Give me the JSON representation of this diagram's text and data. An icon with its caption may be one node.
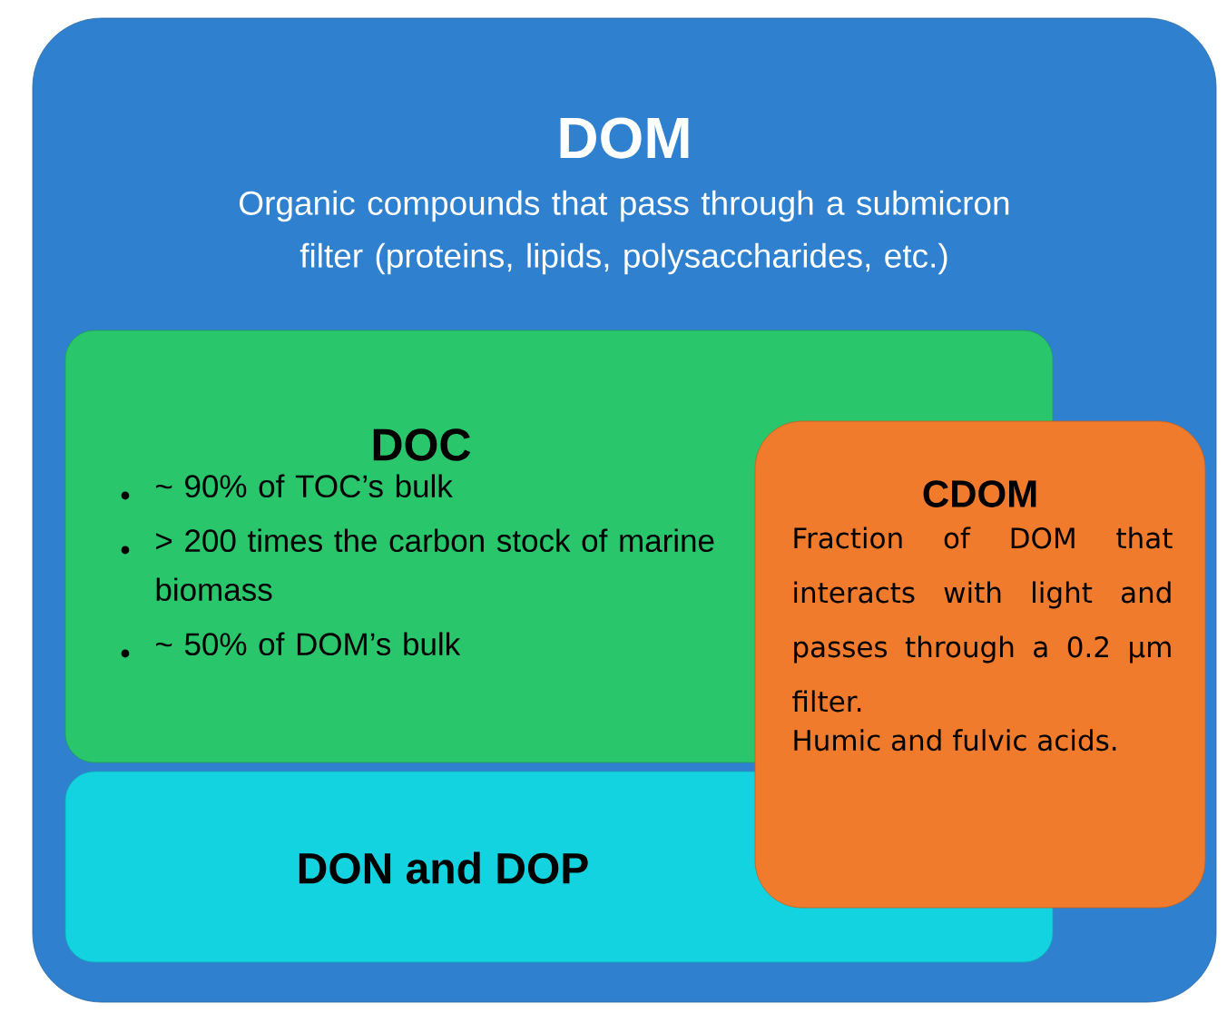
{
  "diagram": {
    "nodes": [
      {
        "text": [
          "DOM",
          "Organic compounds that pass through a submicron filter (proteins, lipids, polysaccharides, etc.)"
        ]
      },
      {
        "text": [
          "DOC",
          "~ 90% of TOC’s bulk",
          "> 200 times the carbon stock of marine biomass",
          "~ 50% of DOM’s bulk"
        ],
        "in": 0
      },
      {
        "text": [
          "DON and DOP"
        ],
        "in": 0
      },
      {
        "text": [
          "CDOM",
          "Fraction of DOM that interacts with light and passes through a 0.2 µm filter.",
          "Humic and fulvic acids."
        ],
        "in": 0
      }
    ]
  }
}
